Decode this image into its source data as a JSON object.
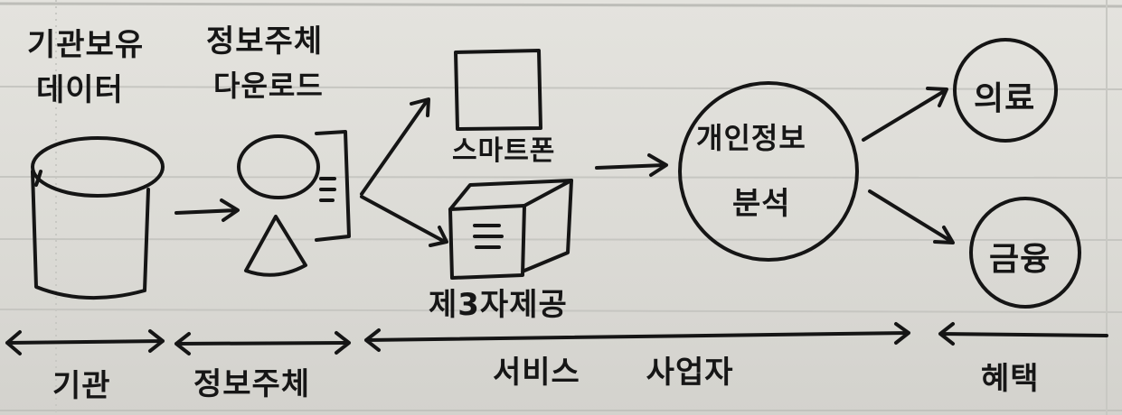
{
  "labels": {
    "institution_data_line1": "기관보유",
    "institution_data_line2": "데이터",
    "subject_download_line1": "정보주체",
    "subject_download_line2": "다운로드",
    "smartphone": "스마트폰",
    "third_party": "제3자제공",
    "personal_info_line1": "개인정보",
    "personal_info_line2": "분석",
    "medical": "의료",
    "finance": "금융"
  },
  "footer": {
    "institution": "기관",
    "subject": "정보주체",
    "service_provider": "서비스 사업자",
    "benefit": "혜택"
  }
}
